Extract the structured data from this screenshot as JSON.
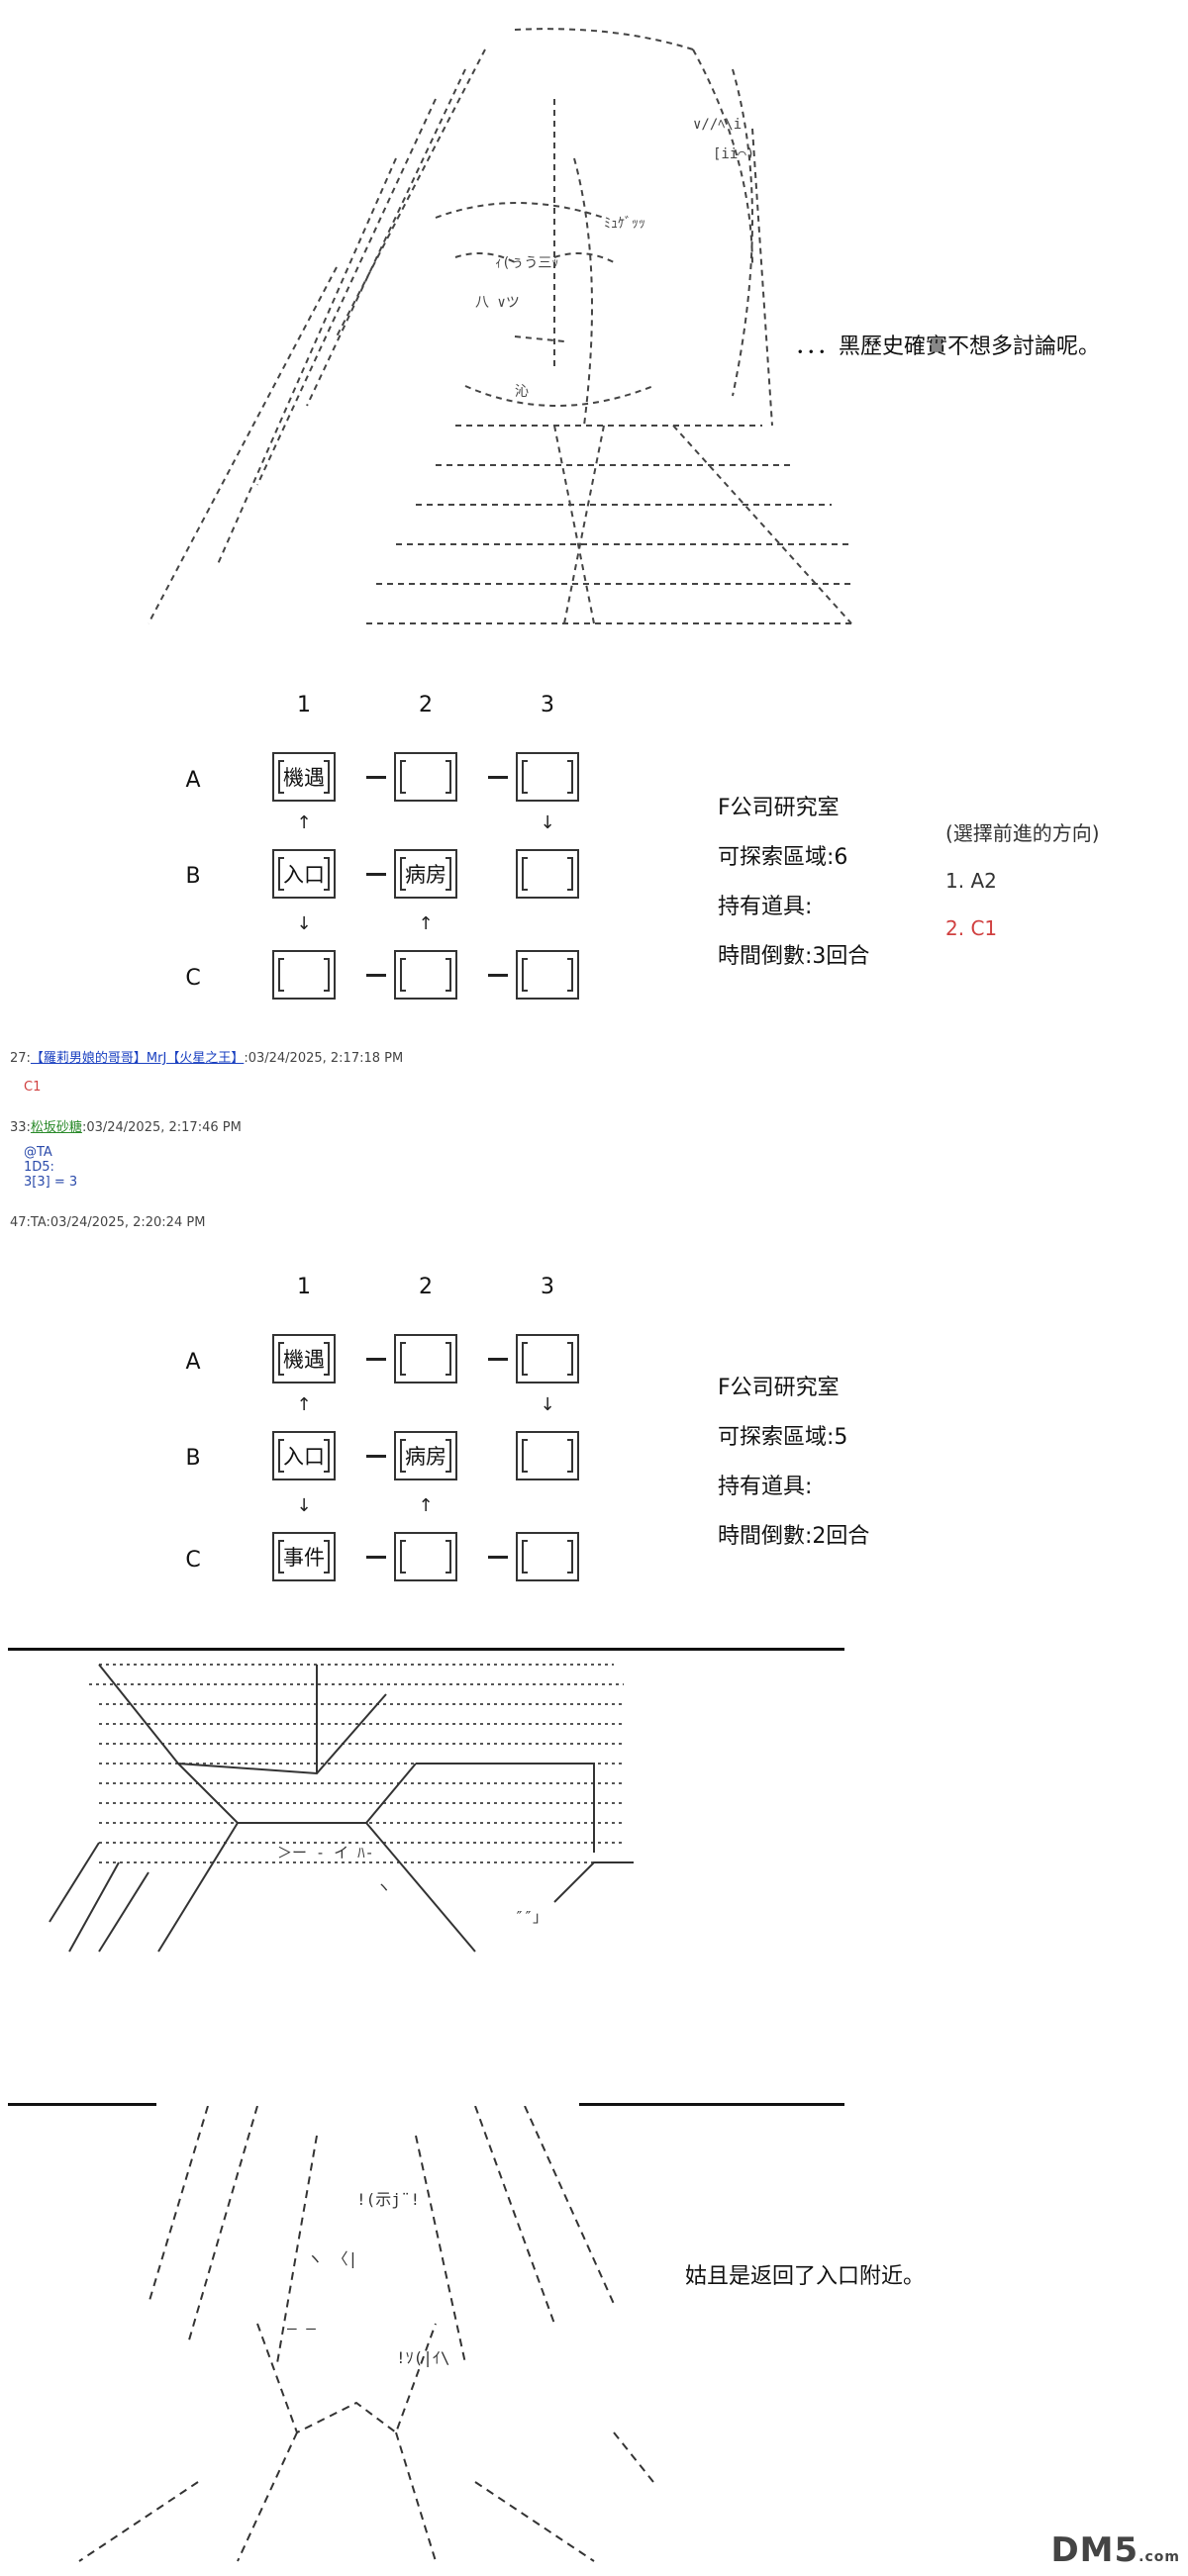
{
  "panel1": {
    "caption": "．．．黑歷史確實不想多討論呢。"
  },
  "map1": {
    "columns": [
      "1",
      "2",
      "3"
    ],
    "rows": [
      "A",
      "B",
      "C"
    ],
    "cells": [
      [
        "機遇",
        "",
        ""
      ],
      [
        "入口",
        "病房",
        ""
      ],
      [
        "",
        "",
        ""
      ]
    ],
    "arrows": {
      "a1b1": "↑",
      "a3b3": "↓",
      "b1c1": "↓",
      "b2c2": "↑"
    }
  },
  "info1": {
    "lab": "F公司研究室",
    "explore": "可探索區域:6",
    "items": "持有道具:",
    "time": "時間倒數:3回合"
  },
  "choices": {
    "heading": "(選擇前進的方向)",
    "opt1": "1. A2",
    "opt2": "2. C1"
  },
  "posts": [
    {
      "num": "27:",
      "name": "【羅莉男娘的哥哥】MrJ【火星之王】",
      "date": ":03/24/2025, 2:17:18 PM",
      "body": "C1"
    },
    {
      "num": "33:",
      "name": "松坂砂糖",
      "date": ":03/24/2025, 2:17:46 PM",
      "body_lines": [
        "@TA",
        "1D5:",
        "3[3] = 3"
      ]
    },
    {
      "num": "47:",
      "name": "TA",
      "date": ":03/24/2025, 2:20:24 PM"
    }
  ],
  "map2": {
    "columns": [
      "1",
      "2",
      "3"
    ],
    "rows": [
      "A",
      "B",
      "C"
    ],
    "cells": [
      [
        "機遇",
        "",
        ""
      ],
      [
        "入口",
        "病房",
        ""
      ],
      [
        "事件",
        "",
        ""
      ]
    ],
    "arrows": {
      "a1b1": "↑",
      "a3b3": "↓",
      "b1c1": "↓",
      "b2c2": "↑"
    }
  },
  "info2": {
    "lab": "F公司研究室",
    "explore": "可探索區域:5",
    "items": "持有道具:",
    "time": "時間倒數:2回合"
  },
  "panel3": {
    "caption": "姑且是返回了入口附近。"
  },
  "watermark": {
    "main": "DM5",
    "suffix": ".com"
  }
}
